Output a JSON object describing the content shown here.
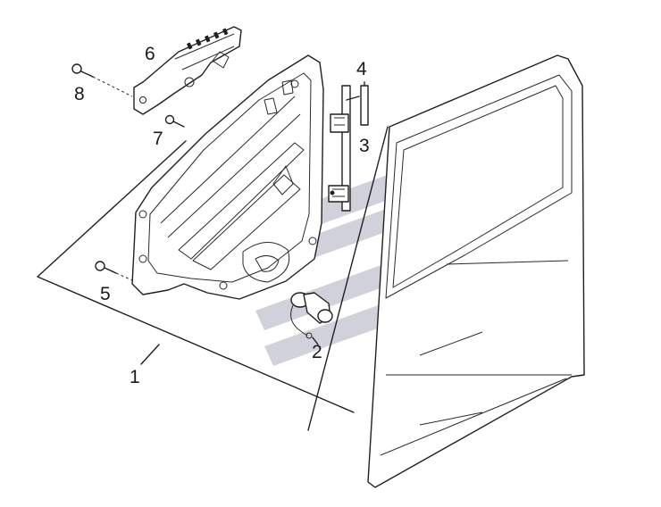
{
  "callouts": [
    {
      "id": "1",
      "text": "1"
    },
    {
      "id": "2",
      "text": "2"
    },
    {
      "id": "3",
      "text": "3"
    },
    {
      "id": "4",
      "text": "4"
    },
    {
      "id": "5",
      "text": "5"
    },
    {
      "id": "6",
      "text": "6"
    },
    {
      "id": "7",
      "text": "7"
    },
    {
      "id": "8",
      "text": "8"
    }
  ],
  "colors": {
    "background": "#ffffff",
    "line": "#1f1f1f",
    "watermark": "#c9cad6"
  },
  "icons": {
    "watermark": "brand-logo-watermark"
  }
}
